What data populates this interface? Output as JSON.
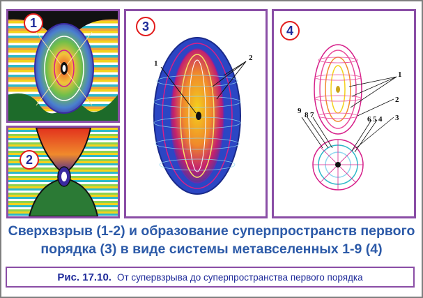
{
  "panels": [
    {
      "badge": "1"
    },
    {
      "badge": "2"
    },
    {
      "badge": "3",
      "labels": [
        "1",
        "2"
      ]
    },
    {
      "badge": "4",
      "labels": [
        "1",
        "2",
        "3",
        "4",
        "5",
        "6",
        "7",
        "8",
        "9"
      ]
    }
  ],
  "caption": {
    "line1": "Сверхвзрыв (1-2) и образование суперпространств первого",
    "line2": "порядка (3) в виде системы метавселенных  1-9 (4)"
  },
  "figure": {
    "number": "Рис. 17.10.",
    "title": "От супервзрыва до суперпространства первого порядка"
  },
  "colors": {
    "border": "#8a4ea6",
    "badge_ring": "#e21c1c",
    "badge_text": "#1f2b9a",
    "caption_text": "#2c5aa8"
  }
}
